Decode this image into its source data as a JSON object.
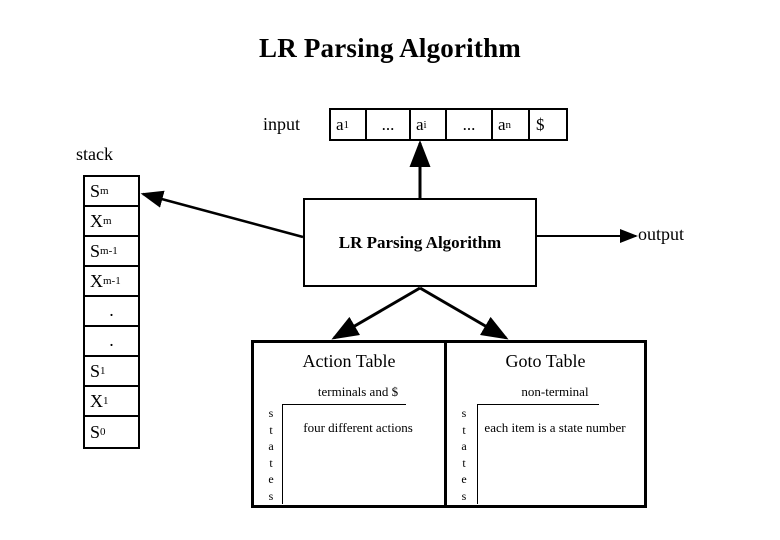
{
  "title": "LR Parsing Algorithm",
  "labels": {
    "input": "input",
    "stack": "stack",
    "output": "output"
  },
  "input_tape": {
    "cells": [
      {
        "base": "a",
        "sub": "1"
      },
      {
        "base": "...",
        "sub": ""
      },
      {
        "base": "a",
        "sub": "i"
      },
      {
        "base": "...",
        "sub": ""
      },
      {
        "base": "a",
        "sub": "n"
      },
      {
        "base": "$",
        "sub": ""
      }
    ]
  },
  "stack": {
    "cells": [
      {
        "base": "S",
        "sub": "m"
      },
      {
        "base": "X",
        "sub": "m"
      },
      {
        "base": "S",
        "sub": "m-1"
      },
      {
        "base": "X",
        "sub": "m-1"
      },
      {
        "base": ".",
        "sub": ""
      },
      {
        "base": ".",
        "sub": ""
      },
      {
        "base": "S",
        "sub": "1"
      },
      {
        "base": "X",
        "sub": "1"
      },
      {
        "base": "S",
        "sub": "0"
      }
    ]
  },
  "algorithm_box": {
    "label": "LR Parsing Algorithm"
  },
  "tables": {
    "action": {
      "title": "Action Table",
      "column_header": "terminals and $",
      "row_header": "states",
      "cell_note": "four different actions"
    },
    "goto": {
      "title": "Goto Table",
      "column_header": "non-terminal",
      "row_header": "states",
      "cell_note": "each item is a state number"
    }
  },
  "colors": {
    "background": "#ffffff",
    "ink": "#000000"
  }
}
